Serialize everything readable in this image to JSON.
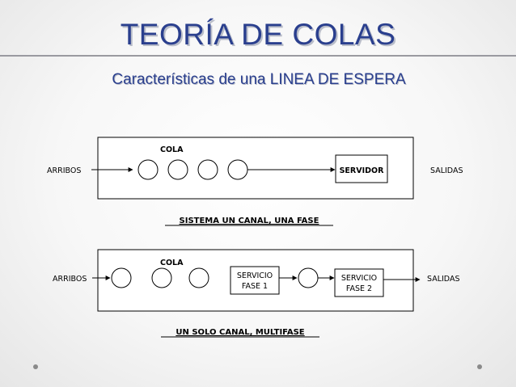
{
  "slide": {
    "title": "TEORÍA DE COLAS",
    "subtitle": "Características de una LINEA DE ESPERA"
  },
  "diagram1": {
    "queue_label": "COLA",
    "input_label": "ARRIBOS",
    "server_label": "SERVIDOR",
    "output_label": "SALIDAS",
    "caption": "SISTEMA UN CANAL, UNA FASE"
  },
  "diagram2": {
    "queue_label": "COLA",
    "input_label": "ARRIBOS",
    "service1_line1": "SERVICIO",
    "service1_line2": "FASE 1",
    "service2_line1": "SERVICIO",
    "service2_line2": "FASE 2",
    "output_label": "SALIDAS",
    "caption": "UN SOLO CANAL, MULTIFASE"
  }
}
